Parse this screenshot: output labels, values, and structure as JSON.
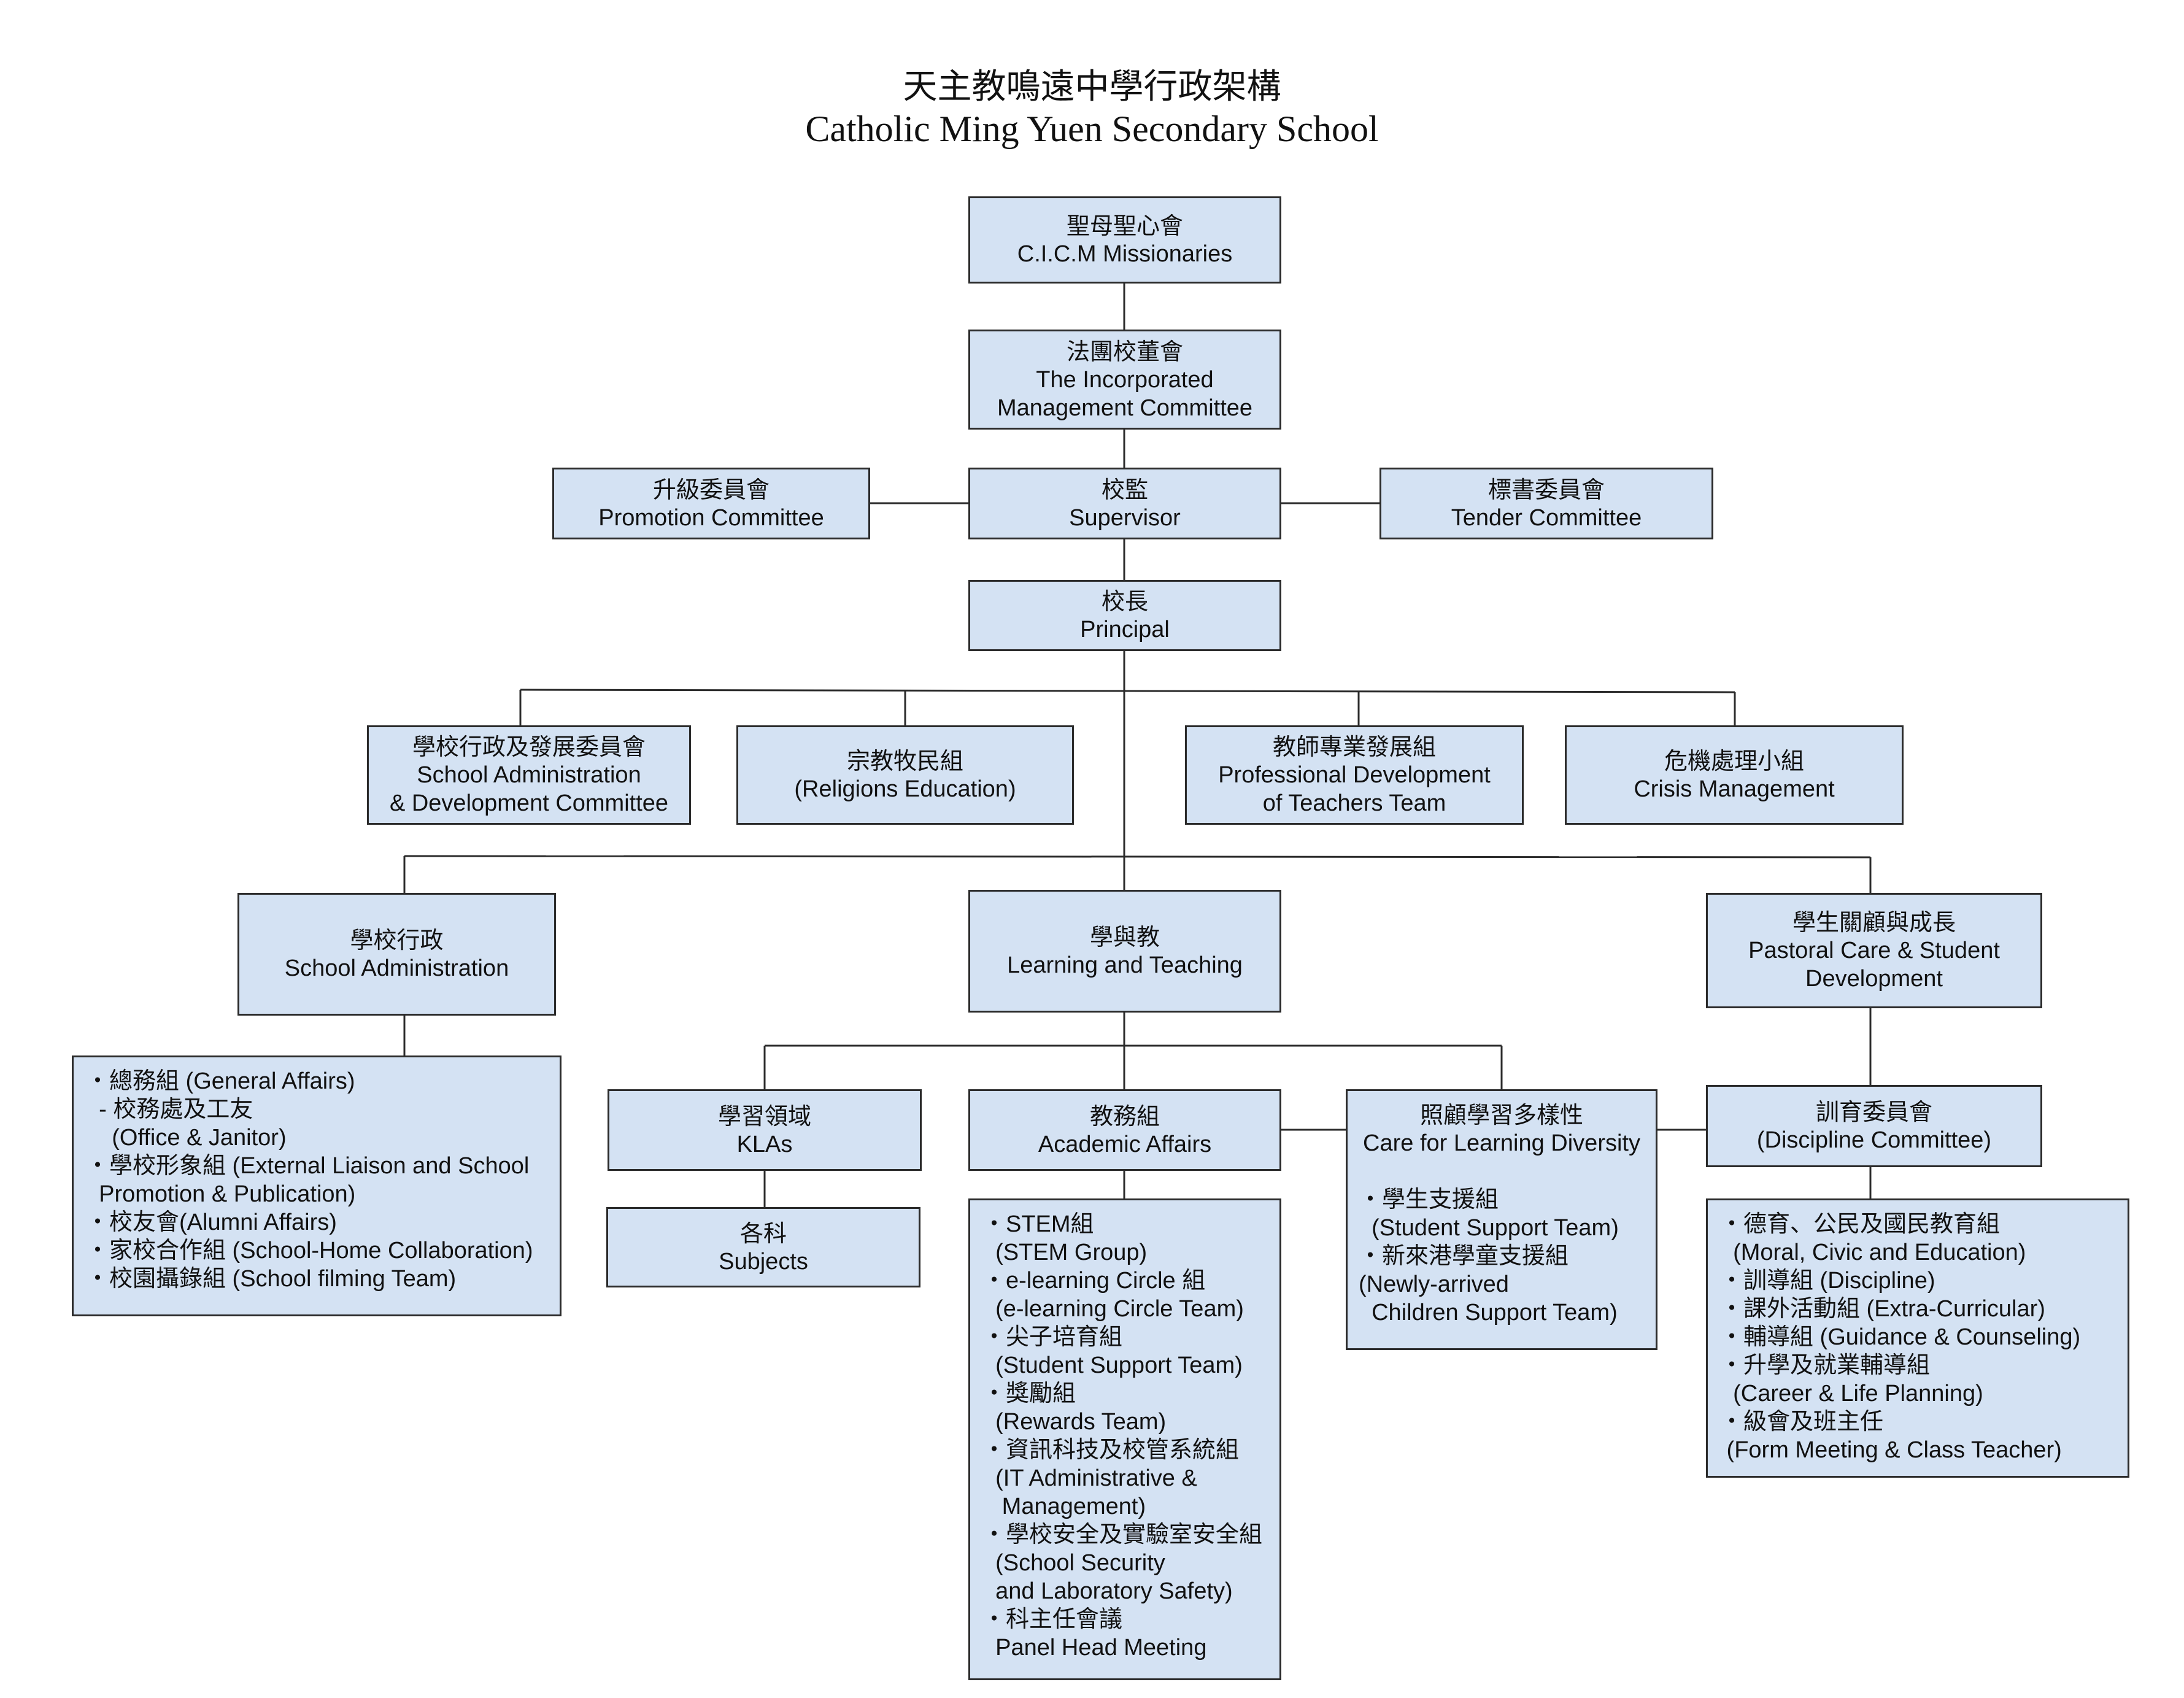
{
  "title_zh": "天主教鳴遠中學行政架構",
  "title_en": "Catholic Ming Yuen Secondary School",
  "nodes": {
    "cicm": {
      "zh": "聖母聖心會",
      "en": "C.I.C.M Missionaries"
    },
    "imc": {
      "zh": "法團校董會",
      "en1": "The Incorporated",
      "en2": "Management Committee"
    },
    "promotion": {
      "zh": "升級委員會",
      "en": "Promotion Committee"
    },
    "supervisor": {
      "zh": "校監",
      "en": "Supervisor"
    },
    "tender": {
      "zh": "標書委員會",
      "en": "Tender Committee"
    },
    "principal": {
      "zh": "校長",
      "en": "Principal"
    },
    "sadc": {
      "zh": "學校行政及發展委員會",
      "en1": "School Administration",
      "en2": "& Development Committee"
    },
    "religion": {
      "zh": "宗教牧民組",
      "en": "(Religions Education)"
    },
    "pdt": {
      "zh": "教師專業發展組",
      "en1": "Professional Development",
      "en2": "of Teachers Team"
    },
    "crisis": {
      "zh": "危機處理小組",
      "en": "Crisis Management"
    },
    "school_admin": {
      "zh": "學校行政",
      "en": "School Administration"
    },
    "learning": {
      "zh": "學與教",
      "en": "Learning and Teaching"
    },
    "pastoral": {
      "zh": "學生關顧與成長",
      "en1": "Pastoral Care & Student",
      "en2": "Development"
    },
    "klas": {
      "zh": "學習領域",
      "en": "KLAs"
    },
    "subjects": {
      "zh": "各科",
      "en": "Subjects"
    },
    "academic": {
      "zh": "教務組",
      "en": "Academic Affairs"
    },
    "diversity": {
      "zh": "照顧學習多樣性",
      "en": "Care for Learning Diversity"
    },
    "discipline": {
      "zh": "訓育委員會",
      "en": "(Discipline Committee)"
    }
  },
  "lists": {
    "admin_items": [
      "・總務組 (General Affairs)",
      "  - 校務處及工友",
      "    (Office & Janitor)",
      "・學校形象組 (External Liaison and School",
      "  Promotion & Publication)",
      "・校友會(Alumni Affairs)",
      "・家校合作組 (School-Home Collaboration)",
      "・校園攝錄組 (School filming Team)"
    ],
    "academic_items": [
      "・STEM組",
      "  (STEM Group)",
      "・e-learning Circle 組",
      "  (e-learning Circle Team)",
      "・尖子培育組",
      "  (Student Support Team)",
      "・獎勵組",
      "  (Rewards Team)",
      "・資訊科技及校管系統組",
      "  (IT Administrative &",
      "   Management)",
      "・學校安全及實驗室安全組",
      "  (School Security",
      "  and Laboratory Safety)",
      "・科主任會議",
      "  Panel Head Meeting"
    ],
    "diversity_items": [
      "・學生支援組",
      "  (Student Support Team)",
      "・新來港學童支援組",
      "(Newly-arrived",
      "  Children Support Team)"
    ],
    "pastoral_items": [
      "・德育、公民及國民教育組",
      "  (Moral, Civic and Education)",
      "・訓導組 (Discipline)",
      "・課外活動組 (Extra-Curricular)",
      "・輔導組 (Guidance & Counseling)",
      "・升學及就業輔導組",
      "  (Career & Life Planning)",
      "・級會及班主任",
      " (Form Meeting & Class Teacher)"
    ]
  }
}
